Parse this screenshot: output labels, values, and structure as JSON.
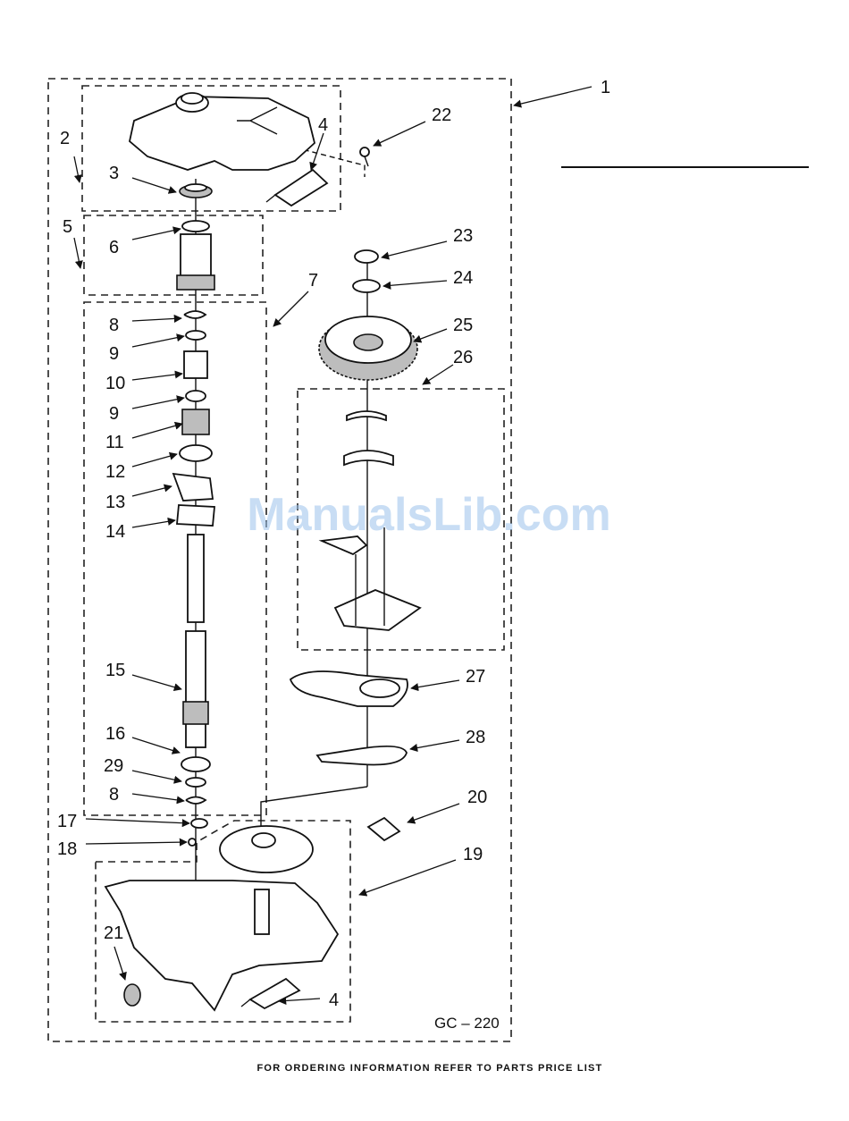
{
  "callouts": [
    "1",
    "2",
    "3",
    "4",
    "5",
    "6",
    "7",
    "8",
    "9",
    "10",
    "9",
    "11",
    "12",
    "13",
    "14",
    "15",
    "16",
    "29",
    "8",
    "17",
    "18",
    "22",
    "23",
    "24",
    "25",
    "26",
    "27",
    "28",
    "20",
    "19",
    "21",
    "4"
  ],
  "diagram_code": "GC – 220",
  "footer_note": "FOR ORDERING INFORMATION REFER TO PARTS PRICE LIST",
  "watermark": "ManualsLib.com",
  "colors": {
    "line": "#111111",
    "watermark": "#9cc3ec",
    "shade": "#bdbdbd"
  }
}
